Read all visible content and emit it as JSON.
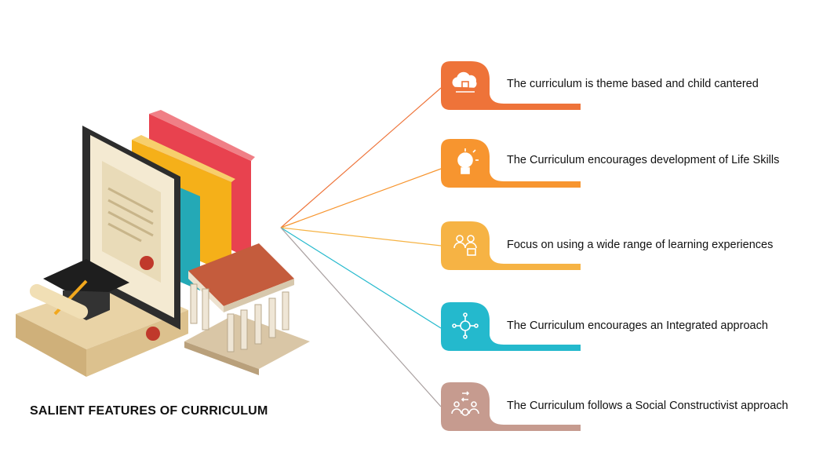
{
  "title": "SALIENT FEATURES OF CURRICULUM",
  "features": [
    {
      "text": "The curriculum is theme based and child cantered",
      "color": "#EE7339",
      "icon": "cloud-chip-icon"
    },
    {
      "text": "The Curriculum encourages development of Life Skills",
      "color": "#F7952F",
      "icon": "brain-bulb-icon"
    },
    {
      "text": "Focus on using a wide range of learning experiences",
      "color": "#F6B344",
      "icon": "people-learning-icon"
    },
    {
      "text": "The Curriculum encourages an Integrated approach",
      "color": "#24B9CD",
      "icon": "network-icon"
    },
    {
      "text": "The Curriculum follows a Social Constructivist approach",
      "color": "#C69B8F",
      "icon": "team-exchange-icon"
    }
  ]
}
